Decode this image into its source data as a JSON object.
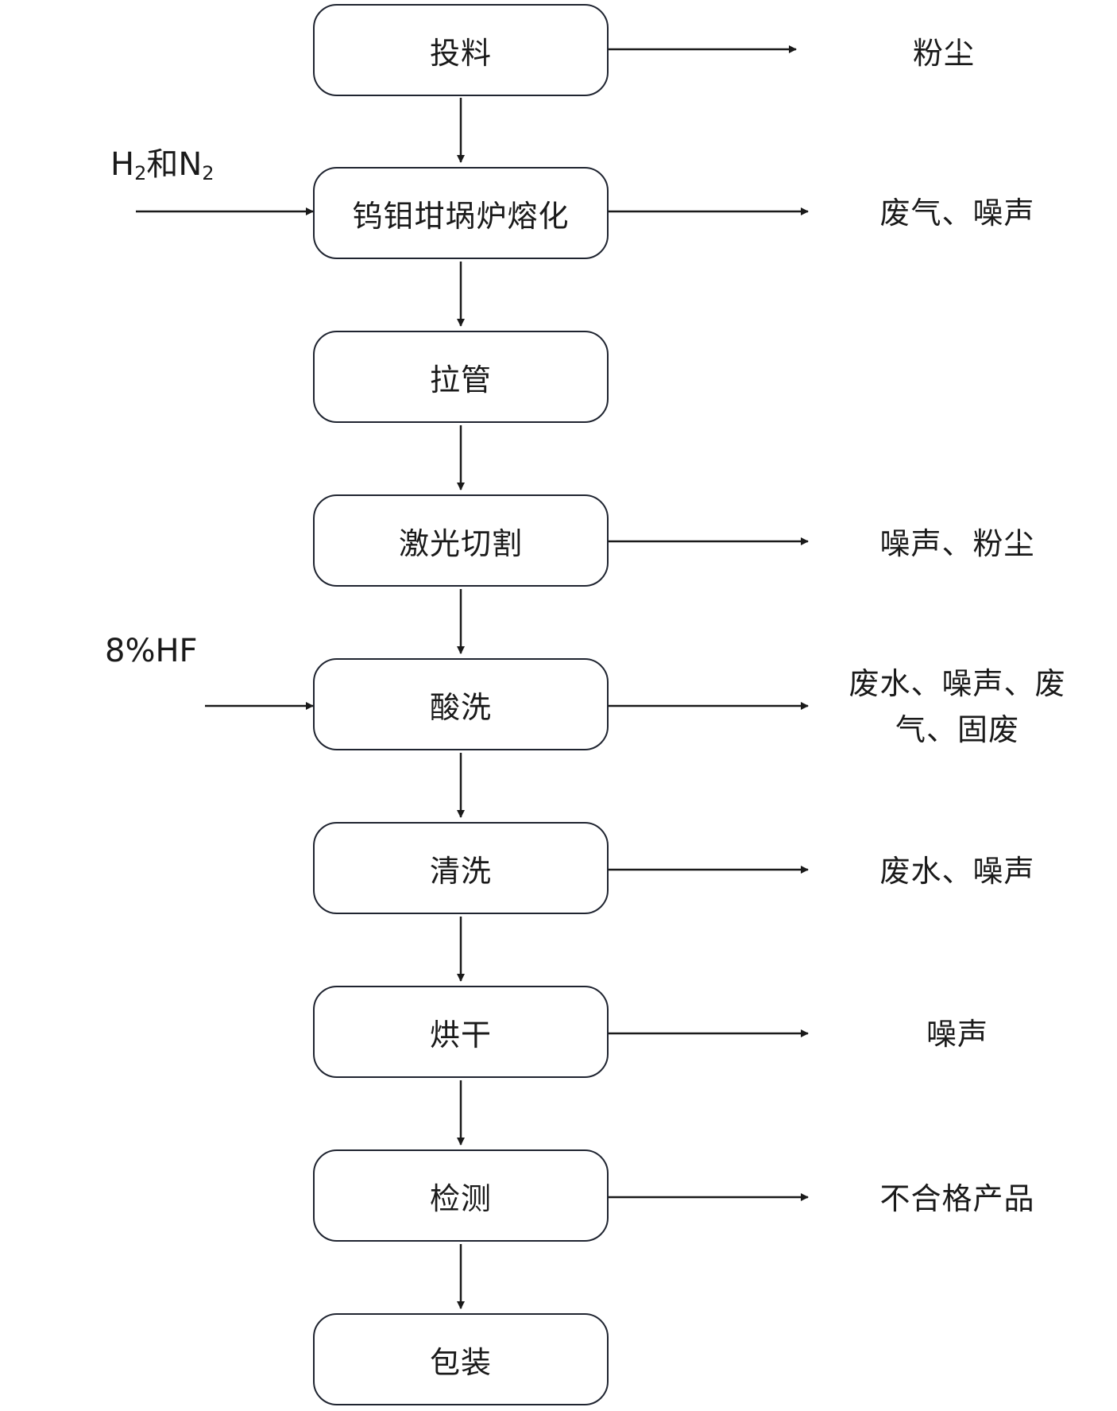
{
  "steps": [
    {
      "label": "投料"
    },
    {
      "label": "钨钼坩埚炉熔化"
    },
    {
      "label": "拉管"
    },
    {
      "label": "激光切割"
    },
    {
      "label": "酸洗"
    },
    {
      "label": "清洗"
    },
    {
      "label": "烘干"
    },
    {
      "label": "检测"
    },
    {
      "label": "包装"
    }
  ],
  "outputs": [
    {
      "step": "投料",
      "lines": [
        "粉尘"
      ]
    },
    {
      "step": "钨钼坩埚炉熔化",
      "lines": [
        "废气、噪声"
      ]
    },
    {
      "step": "激光切割",
      "lines": [
        "噪声、粉尘"
      ]
    },
    {
      "step": "酸洗",
      "lines": [
        "废水、噪声、废",
        "气、固废"
      ]
    },
    {
      "step": "清洗",
      "lines": [
        "废水、噪声"
      ]
    },
    {
      "step": "烘干",
      "lines": [
        "噪声"
      ]
    },
    {
      "step": "检测",
      "lines": [
        "不合格产品"
      ]
    }
  ],
  "inputs": [
    {
      "step": "钨钼坩埚炉熔化",
      "h": "H",
      "sub1": "2",
      "mid": "和N",
      "sub2": "2"
    },
    {
      "step": "酸洗",
      "text": "8%HF"
    }
  ]
}
